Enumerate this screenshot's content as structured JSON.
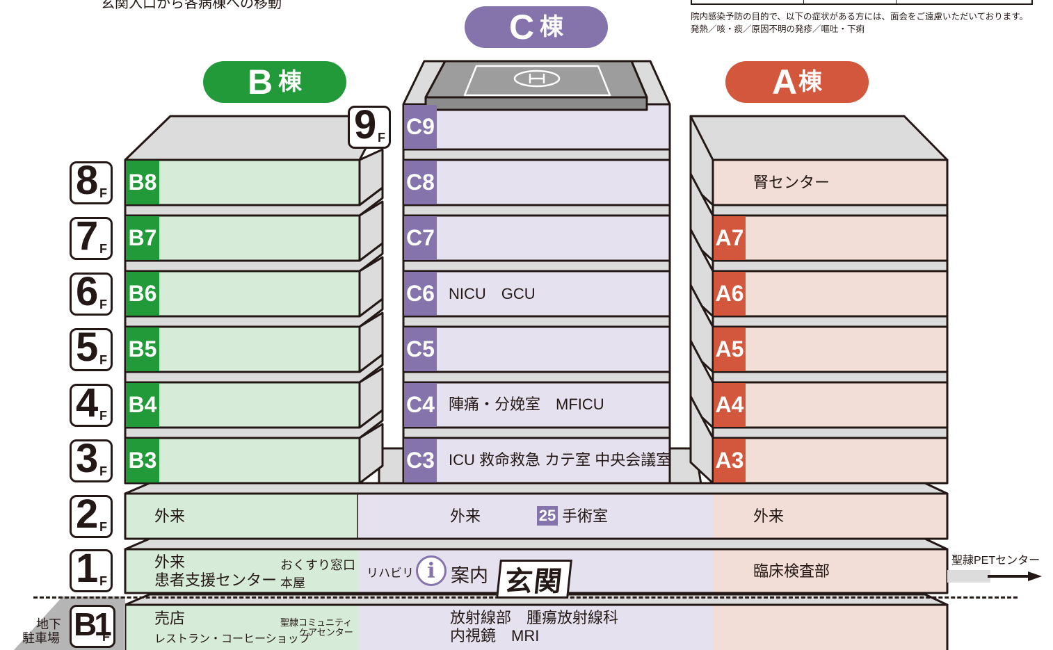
{
  "header": {
    "route_title": "玄関入口から各病棟への移動",
    "notice_line1": "院内感染予防の目的で、以下の症状がある方には、面会をご遠慮いただいております。",
    "notice_line2": "発熱／咳・痰／原因不明の発疹／嘔吐・下痢"
  },
  "buildings": {
    "c": {
      "letter": "C",
      "suffix": "棟",
      "color": "#8573ab"
    },
    "b": {
      "letter": "B",
      "suffix": "棟",
      "color": "#229a3a"
    },
    "a": {
      "letter": "A",
      "suffix": "棟",
      "color": "#d2573d"
    }
  },
  "floors": {
    "f9": {
      "num": "9",
      "unit": "F"
    },
    "f8": {
      "num": "8",
      "unit": "F"
    },
    "f7": {
      "num": "7",
      "unit": "F"
    },
    "f6": {
      "num": "6",
      "unit": "F"
    },
    "f5": {
      "num": "5",
      "unit": "F"
    },
    "f4": {
      "num": "4",
      "unit": "F"
    },
    "f3": {
      "num": "3",
      "unit": "F"
    },
    "f2": {
      "num": "2",
      "unit": "F"
    },
    "f1": {
      "num": "1",
      "unit": "F"
    },
    "b1": {
      "num": "B1",
      "unit": "F"
    }
  },
  "wards": {
    "b8": "B8",
    "b7": "B7",
    "b6": "B6",
    "b5": "B5",
    "b4": "B4",
    "b3": "B3",
    "c9": "C9",
    "c8": "C8",
    "c7": "C7",
    "c6": "C6",
    "c5": "C5",
    "c4": "C4",
    "c3": "C3",
    "a7": "A7",
    "a6": "A6",
    "a5": "A5",
    "a4": "A4",
    "a3": "A3"
  },
  "rooms": {
    "a8_text": "腎センター",
    "c6_text": "NICU　GCU",
    "c4_text": "陣痛・分娩室　MFICU",
    "c3_text": "ICU  救命救急  カテ室  中央会議室"
  },
  "floor2": {
    "b_text": "外来",
    "c_text": "外来",
    "or_count": "25",
    "or_label": "手術室",
    "a_text": "外来"
  },
  "floor1": {
    "b_line1": "外来",
    "b_line2": "患者支援センター",
    "pharmacy": "おくすり窓口",
    "bookstore": "本屋",
    "rehab": "リハビリ",
    "info_icon": "i",
    "info": "案内",
    "entrance": "玄関",
    "a_text": "臨床検査部",
    "pet": "聖隷PETセンター"
  },
  "basement": {
    "parking_line1": "地下",
    "parking_line2": "駐車場",
    "b_line1": "売店",
    "b_line2": "レストラン・コーヒーショップ",
    "community_line1": "聖隷コミュニティ",
    "community_line2": "ケアセンター",
    "c_line1": "放射線部　腫瘍放射線科",
    "c_line2": "内視鏡　MRI"
  },
  "colors": {
    "b_light": "#d6ebd8",
    "c_light": "#e6e1ef",
    "a_light": "#f2ded7",
    "roof": "#dcdcdc",
    "heliport": "#8c8c8c"
  },
  "icons": {
    "heliport": "helicopter-pad-icon",
    "info": "information-icon",
    "arrow": "right-arrow-icon"
  }
}
